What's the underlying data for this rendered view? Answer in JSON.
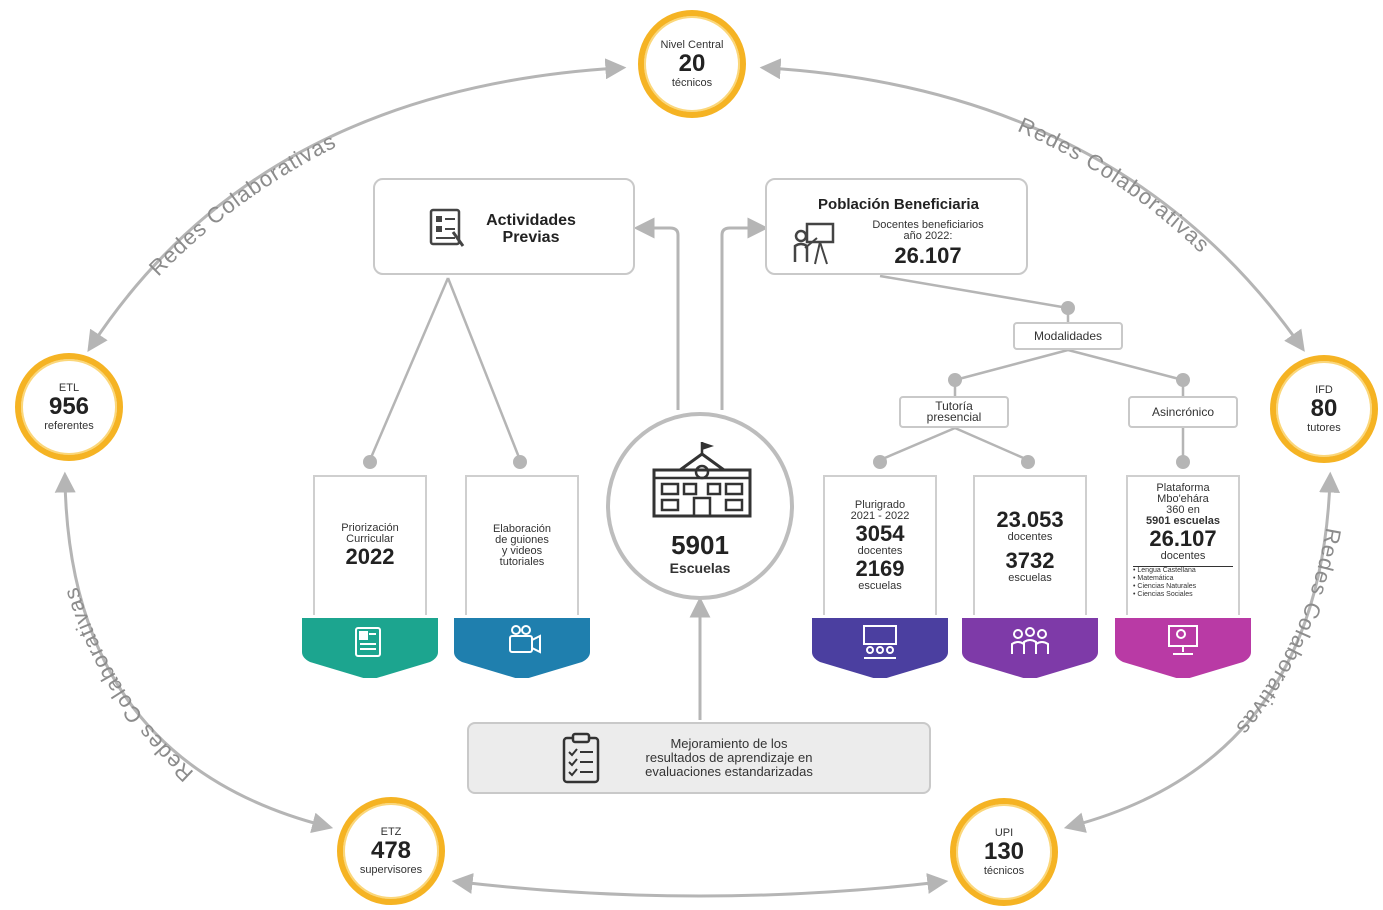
{
  "center": {
    "number": "5901",
    "label": "Escuelas"
  },
  "network_label": "Redes Colaborativas",
  "nodes": {
    "nivel_central": {
      "top": "Nivel Central",
      "number": "20",
      "bottom": "técnicos"
    },
    "etl": {
      "top": "ETL",
      "number": "956",
      "bottom": "referentes"
    },
    "ifd": {
      "top": "IFD",
      "number": "80",
      "bottom": "tutores"
    },
    "etz": {
      "top": "ETZ",
      "number": "478",
      "bottom": "supervisores"
    },
    "upi": {
      "top": "UPI",
      "number": "130",
      "bottom": "técnicos"
    }
  },
  "actividades": {
    "title_line1": "Actividades",
    "title_line2": "Previas"
  },
  "poblacion": {
    "title": "Población Beneficiaria",
    "sub_line1": "Docentes beneficiarios",
    "sub_line2": "año 2022:",
    "number": "26.107"
  },
  "modalidades": "Modalidades",
  "tutoria_line1": "Tutoría",
  "tutoria_line2": "presencial",
  "asincronico": "Asincrónico",
  "cards": {
    "priorizacion": {
      "l1": "Priorización",
      "l2": "Curricular",
      "number": "2022"
    },
    "elaboracion": {
      "l1": "Elaboración",
      "l2": "de guiones",
      "l3": "y videos",
      "l4": "tutoriales"
    },
    "plurigrado": {
      "l1": "Plurigrado",
      "l2": "2021 - 2022",
      "n1": "3054",
      "u1": "docentes",
      "n2": "2169",
      "u2": "escuelas"
    },
    "presencial": {
      "n1": "23.053",
      "u1": "docentes",
      "n2": "3732",
      "u2": "escuelas"
    },
    "plataforma": {
      "l1": "Plataforma",
      "l2": "Mbo'ehára",
      "l3": "360 en",
      "l4": "5901 escuelas",
      "number": "26.107",
      "unit": "docentes",
      "subjects": [
        "Lengua Castellana",
        "Matemática",
        "Ciencias Naturales",
        "Ciencias Sociales"
      ]
    }
  },
  "mejoramiento": {
    "line1": "Mejoramiento de los",
    "line2": "resultados de aprendizaje en",
    "line3": "evaluaciones estandarizadas"
  },
  "colors": {
    "ring": "#f5b323",
    "teal": "#1ca58f",
    "blue": "#1f7fae",
    "indigo": "#4b3fa0",
    "purple": "#7e3aa8",
    "magenta": "#b93aa5",
    "gray_line": "#b5b5b5"
  },
  "icons": {
    "actividades": "checklist-icon",
    "poblacion": "presenter-icon",
    "escuela": "school-icon",
    "priorizacion": "document-icon",
    "elaboracion": "video-icon",
    "plurigrado": "classroom-icon",
    "presencial": "group-icon",
    "plataforma": "computer-user-icon",
    "mejoramiento": "clipboard-icon"
  }
}
